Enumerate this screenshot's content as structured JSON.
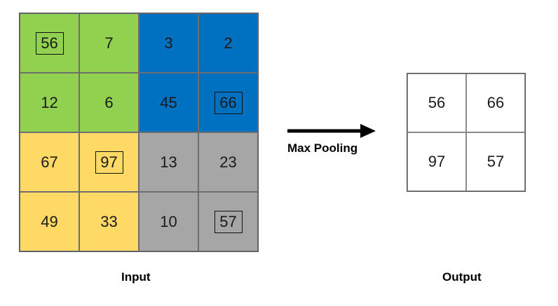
{
  "colors": {
    "green": "#92d050",
    "blue": "#0070c0",
    "yellow": "#ffd966",
    "gray": "#a6a6a6"
  },
  "input": {
    "caption": "Input",
    "cells": [
      {
        "value": "56",
        "color": "green",
        "max": true
      },
      {
        "value": "7",
        "color": "green",
        "max": false
      },
      {
        "value": "3",
        "color": "blue",
        "max": false
      },
      {
        "value": "2",
        "color": "blue",
        "max": false
      },
      {
        "value": "12",
        "color": "green",
        "max": false
      },
      {
        "value": "6",
        "color": "green",
        "max": false
      },
      {
        "value": "45",
        "color": "blue",
        "max": false
      },
      {
        "value": "66",
        "color": "blue",
        "max": true
      },
      {
        "value": "67",
        "color": "yellow",
        "max": false
      },
      {
        "value": "97",
        "color": "yellow",
        "max": true
      },
      {
        "value": "13",
        "color": "gray",
        "max": false
      },
      {
        "value": "23",
        "color": "gray",
        "max": false
      },
      {
        "value": "49",
        "color": "yellow",
        "max": false
      },
      {
        "value": "33",
        "color": "yellow",
        "max": false
      },
      {
        "value": "10",
        "color": "gray",
        "max": false
      },
      {
        "value": "57",
        "color": "gray",
        "max": true
      }
    ]
  },
  "operation": {
    "label": "Max Pooling"
  },
  "output": {
    "caption": "Output",
    "cells": [
      "56",
      "66",
      "97",
      "57"
    ]
  }
}
